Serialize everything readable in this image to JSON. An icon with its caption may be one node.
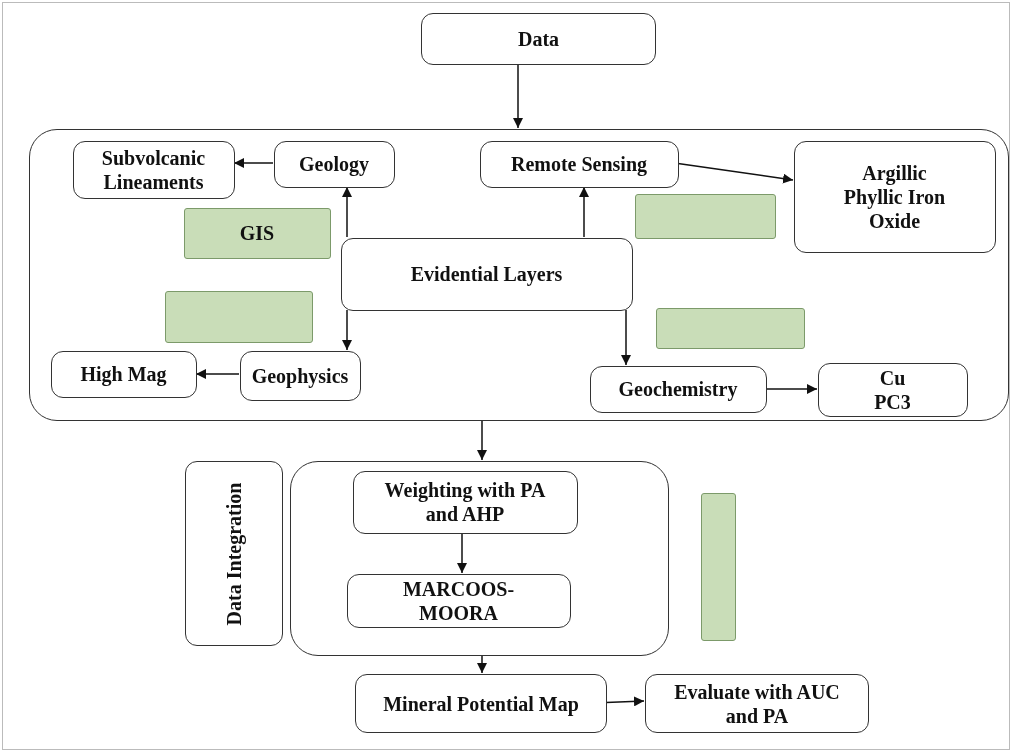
{
  "diagram": {
    "nodes": [
      {
        "text": [
          "Data"
        ]
      },
      {
        "text": [],
        "shape": "box"
      },
      {
        "text": [
          "Subvolcanic Lineaments"
        ],
        "in": 1
      },
      {
        "text": [
          "Geology"
        ],
        "in": 1
      },
      {
        "text": [
          "Remote Sensing"
        ],
        "in": 1
      },
      {
        "text": [
          "Argillic Phyllic Iron Oxide"
        ],
        "in": 1
      },
      {
        "text": [
          "GIS"
        ],
        "in": 1
      },
      {
        "text": [],
        "shape": "box",
        "in": 1
      },
      {
        "text": [
          "Evidential Layers"
        ],
        "in": 1
      },
      {
        "text": [],
        "shape": "box",
        "in": 1
      },
      {
        "text": [],
        "shape": "box",
        "in": 1
      },
      {
        "text": [
          "High Mag"
        ],
        "in": 1
      },
      {
        "text": [
          "Geophysics"
        ],
        "in": 1
      },
      {
        "text": [
          "Geochemistry"
        ],
        "in": 1
      },
      {
        "text": [
          "Cu PC3"
        ],
        "in": 1
      },
      {
        "text": [
          "Data Integration"
        ]
      },
      {
        "text": [],
        "shape": "box"
      },
      {
        "text": [
          "Weighting with PA and AHP"
        ],
        "in": 16
      },
      {
        "text": [
          "MARCOOS-MOORA"
        ],
        "in": 16
      },
      {
        "text": [],
        "shape": "box"
      },
      {
        "text": [
          "Mineral Potential Map"
        ]
      },
      {
        "text": [
          "Evaluate with AUC and PA"
        ]
      }
    ],
    "edges": [
      {
        "from": 0,
        "to": 1,
        "arrow": "to"
      },
      {
        "from": 3,
        "to": 2,
        "arrow": "to"
      },
      {
        "from": 8,
        "to": 3,
        "arrow": "to"
      },
      {
        "from": 8,
        "to": 4,
        "arrow": "to"
      },
      {
        "from": 4,
        "to": 5,
        "arrow": "to"
      },
      {
        "from": 8,
        "to": 12,
        "arrow": "to"
      },
      {
        "from": 12,
        "to": 11,
        "arrow": "to"
      },
      {
        "from": 8,
        "to": 13,
        "arrow": "to"
      },
      {
        "from": 13,
        "to": 14,
        "arrow": "to"
      },
      {
        "from": 1,
        "to": 16,
        "arrow": "to"
      },
      {
        "from": 17,
        "to": 18,
        "arrow": "to"
      },
      {
        "from": 16,
        "to": 20,
        "arrow": "to"
      },
      {
        "from": 20,
        "to": 21,
        "arrow": "to"
      }
    ]
  }
}
